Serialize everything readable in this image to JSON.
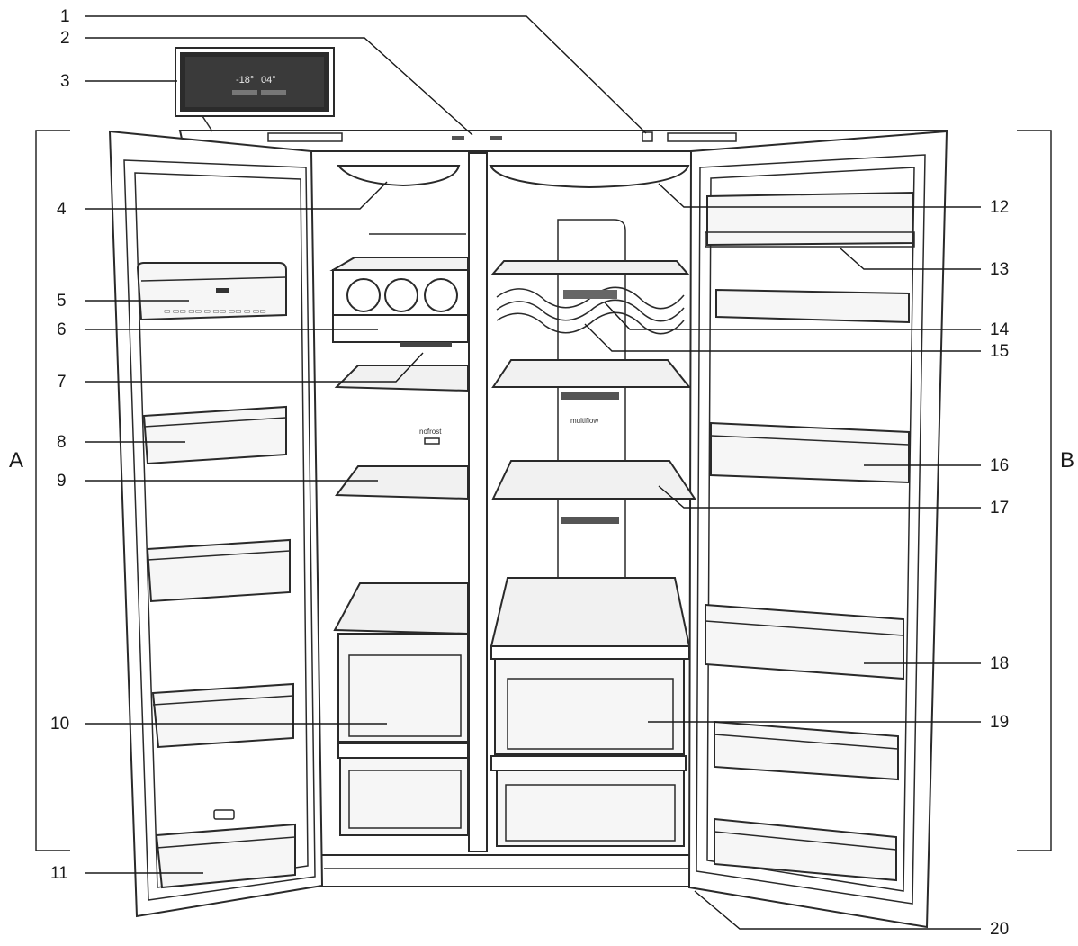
{
  "side_labels": {
    "left": "A",
    "right": "B"
  },
  "display": {
    "freezer_temp": "-18°",
    "fridge_temp": "04°"
  },
  "door_tags": {
    "freezer_shelf": "nofrost",
    "fridge_shelf": "multiflow"
  },
  "callouts": [
    {
      "id": "1",
      "side": "left"
    },
    {
      "id": "2",
      "side": "left"
    },
    {
      "id": "3",
      "side": "left"
    },
    {
      "id": "4",
      "side": "left"
    },
    {
      "id": "5",
      "side": "left"
    },
    {
      "id": "6",
      "side": "left"
    },
    {
      "id": "7",
      "side": "left"
    },
    {
      "id": "8",
      "side": "left"
    },
    {
      "id": "9",
      "side": "left"
    },
    {
      "id": "10",
      "side": "left"
    },
    {
      "id": "11",
      "side": "left"
    },
    {
      "id": "12",
      "side": "right"
    },
    {
      "id": "13",
      "side": "right"
    },
    {
      "id": "14",
      "side": "right"
    },
    {
      "id": "15",
      "side": "right"
    },
    {
      "id": "16",
      "side": "right"
    },
    {
      "id": "17",
      "side": "right"
    },
    {
      "id": "18",
      "side": "right"
    },
    {
      "id": "19",
      "side": "right"
    },
    {
      "id": "20",
      "side": "right"
    }
  ]
}
